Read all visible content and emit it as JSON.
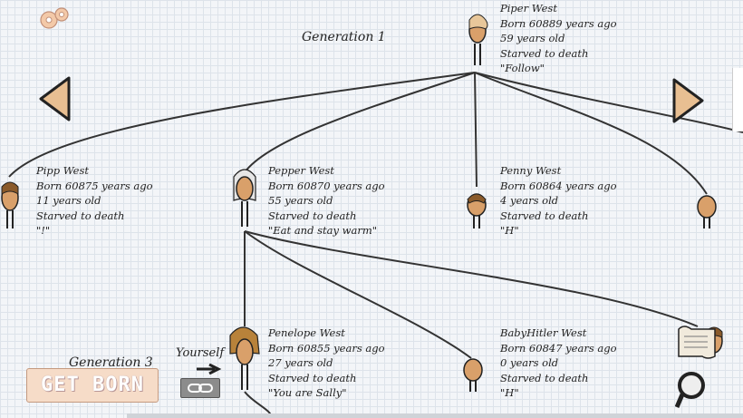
{
  "generations": {
    "gen1_label": "Generation 1",
    "gen3_label": "Generation 3"
  },
  "people": {
    "piper": {
      "name": "Piper West",
      "born": "Born 60889 years ago",
      "age": "59 years old",
      "death": "Starved to death",
      "quote": "\"Follow\""
    },
    "pipp": {
      "name": "Pipp West",
      "born": "Born 60875 years ago",
      "age": "11 years old",
      "death": "Starved to death",
      "quote": "\"!\""
    },
    "pepper": {
      "name": "Pepper West",
      "born": "Born 60870 years ago",
      "age": "55 years old",
      "death": "Starved to death",
      "quote": "\"Eat and stay warm\""
    },
    "penny": {
      "name": "Penny West",
      "born": "Born 60864 years ago",
      "age": "4 years old",
      "death": "Starved to death",
      "quote": "\"H\""
    },
    "penelope": {
      "name": "Penelope West",
      "born": "Born 60855 years ago",
      "age": "27 years old",
      "death": "Starved to death",
      "quote": "\"You are Sally\""
    },
    "babyhitler": {
      "name": "BabyHitler West",
      "born": "Born 60847 years ago",
      "age": "0 years old",
      "death": "Starved to death",
      "quote": "\"H\""
    }
  },
  "ui": {
    "get_born_label": "GET BORN",
    "yourself_label": "Yourself",
    "icons": [
      "gear-icon",
      "left-arrow-icon",
      "right-arrow-icon",
      "link-icon",
      "scroll-icon",
      "magnifier-icon"
    ]
  }
}
